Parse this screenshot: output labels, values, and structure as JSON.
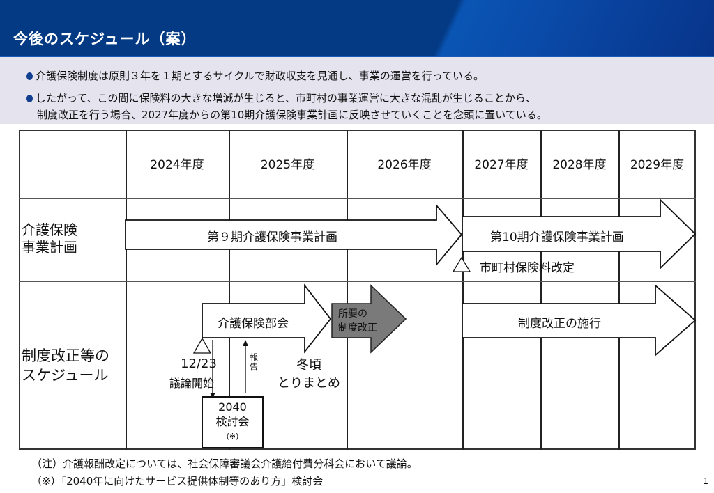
{
  "header": {
    "title": "今後のスケジュール（案）"
  },
  "summary": {
    "bullets": [
      {
        "line1": "介護保険制度は原則３年を１期とするサイクルで財政収支を見通し、事業の運営を行っている。"
      },
      {
        "line1": "したがって、この間に保険料の大きな増減が生じると、市町村の事業運営に大きな混乱が生じることから、",
        "line2": "制度改正を行う場合、2027年度からの第10期介護保険事業計画に反映させていくことを念頭に置いている。"
      }
    ]
  },
  "table": {
    "years": [
      "2024年度",
      "2025年度",
      "2026年度",
      "2027年度",
      "2028年度",
      "2029年度"
    ],
    "rows": [
      {
        "label_line1": "介護保険",
        "label_line2": "事業計画"
      },
      {
        "label_line1": "制度改正等の",
        "label_line2": "スケジュール"
      }
    ]
  },
  "plan_row": {
    "arrow_9th": "第９期介護保険事業計画",
    "arrow_10th": "第10期介護保険事業計画",
    "milestone": "市町村保険料改定"
  },
  "reform_row": {
    "subcommittee_arrow": "介護保険部会",
    "reform_arrow_line1": "所要の",
    "reform_arrow_line2": "制度改正",
    "enforcement_arrow": "制度改正の施行",
    "start_date": "12/23",
    "start_label": "議論開始",
    "report_label_1": "報",
    "report_label_2": "告",
    "winter_line1": "冬頃",
    "winter_line2": "とりまとめ",
    "study_box_line1": "2040",
    "study_box_line2": "検討会",
    "study_box_line3": "(※)"
  },
  "notes": [
    "（注）介護報酬改定については、社会保障審議会介護給付費分科会において議論。",
    "（※）「2040年に向けたサービス提供体制等のあり方」検討会"
  ],
  "page_number": "1",
  "colors": {
    "header_blue": "#043a84",
    "summary_bg": "#e4e3ee",
    "bullet_dot": "#123f8f",
    "reform_arrow_fill": "#7a7a7a"
  }
}
